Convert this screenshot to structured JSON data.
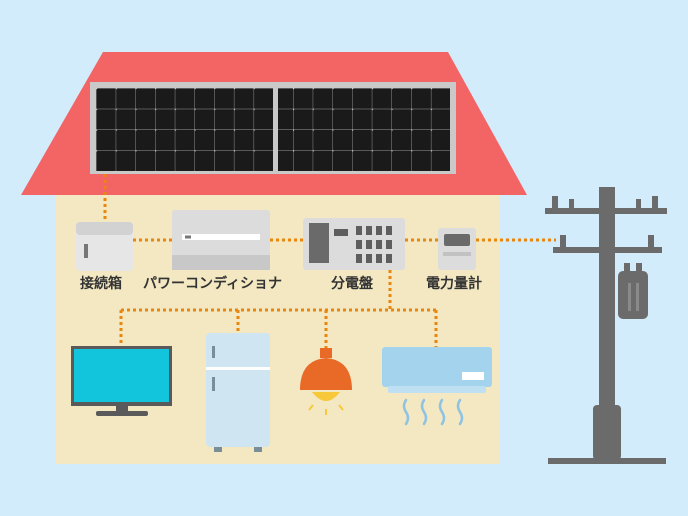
{
  "labels": {
    "junction_box": "接続箱",
    "power_conditioner": "パワーコンディショナ",
    "distribution_board": "分電盤",
    "power_meter": "電力量計"
  },
  "colors": {
    "background": "#d3ecfb",
    "roof": "#f36464",
    "wall": "#f3e8c2",
    "wire": "#e8860e",
    "pole": "#6b6b6b",
    "tv_screen": "#13c4dd",
    "lamp": "#e86a26"
  },
  "icons": {
    "solar_panels": "solar-panel-icon",
    "junction_box": "junction-box-icon",
    "power_conditioner": "power-conditioner-icon",
    "distribution_board": "distribution-board-icon",
    "power_meter": "power-meter-icon",
    "tv": "tv-icon",
    "refrigerator": "refrigerator-icon",
    "lamp": "pendant-lamp-icon",
    "air_conditioner": "air-conditioner-icon",
    "utility_pole": "utility-pole-icon"
  }
}
